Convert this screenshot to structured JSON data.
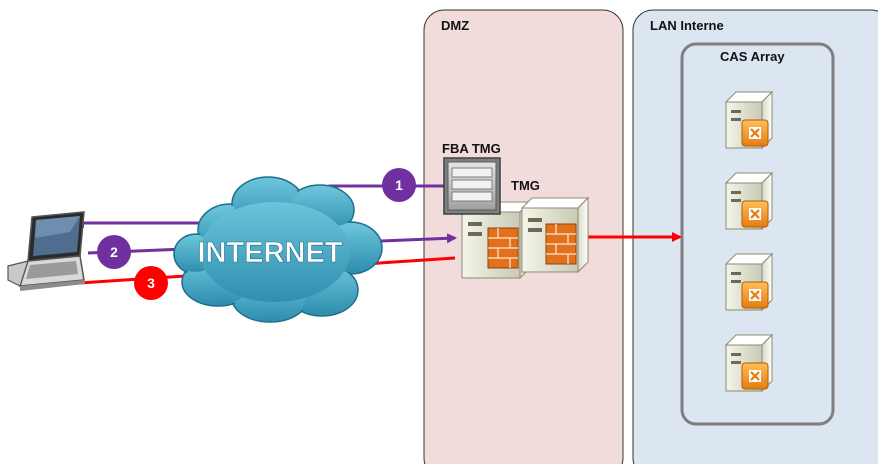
{
  "zones": {
    "dmz": {
      "label": "DMZ",
      "color": "#f2dcdb"
    },
    "lan": {
      "label": "LAN Interne",
      "color": "#dce6f1"
    }
  },
  "cas_array": {
    "label": "CAS Array",
    "server_count": 4
  },
  "internet": {
    "label": "INTERNET",
    "color": "#4bacc6"
  },
  "tmg": {
    "label": "TMG"
  },
  "fba": {
    "label": "FBA TMG"
  },
  "steps": [
    {
      "number": "1",
      "color": "#7030a0"
    },
    {
      "number": "2",
      "color": "#7030a0"
    },
    {
      "number": "3",
      "color": "#ff0000"
    }
  ],
  "colors": {
    "purple": "#7030a0",
    "red": "#ff0000"
  },
  "icons": [
    "laptop-icon",
    "cloud-icon",
    "firewall-server-icon",
    "fba-appliance-icon",
    "exchange-server-icon"
  ]
}
